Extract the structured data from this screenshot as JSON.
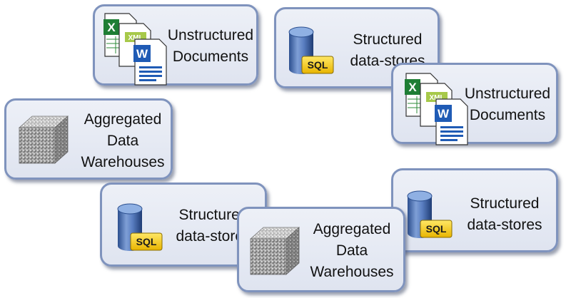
{
  "cards": [
    {
      "id": "unstructured-top",
      "lines": [
        "Unstructured",
        "Documents"
      ],
      "icon": "office-documents-icon"
    },
    {
      "id": "structured-top",
      "lines": [
        "Structured",
        "data-stores"
      ],
      "icon": "sql-database-icon"
    },
    {
      "id": "unstructured-right",
      "lines": [
        "Unstructured",
        "Documents"
      ],
      "icon": "office-documents-icon"
    },
    {
      "id": "aggregated-left",
      "lines": [
        "Aggregated",
        "Data",
        "Warehouses"
      ],
      "icon": "data-cube-icon"
    },
    {
      "id": "structured-right",
      "lines": [
        "Structured",
        "data-stores"
      ],
      "icon": "sql-database-icon"
    },
    {
      "id": "structured-middle",
      "lines": [
        "Structured",
        "data-stores"
      ],
      "icon": "sql-database-icon"
    },
    {
      "id": "aggregated-bottom",
      "lines": [
        "Aggregated",
        "Data",
        "Warehouses"
      ],
      "icon": "data-cube-icon"
    }
  ],
  "icon_text": {
    "sql": "SQL",
    "xml": "XML",
    "excel": "X",
    "word": "W"
  }
}
